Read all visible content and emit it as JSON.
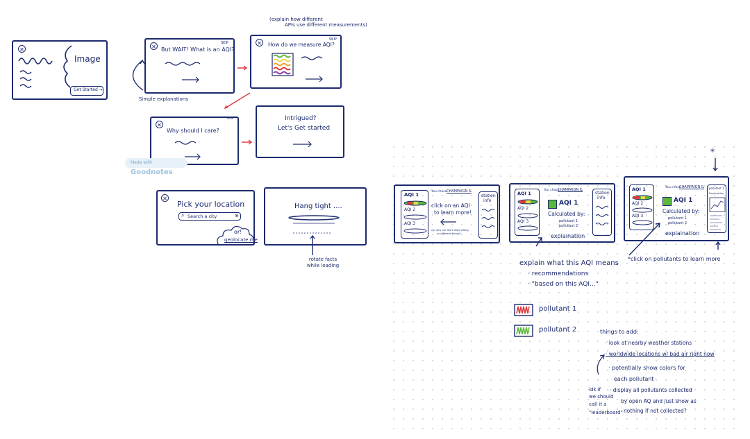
{
  "sketch1": {
    "image_label": "Image",
    "button_label": "Get Started →"
  },
  "sketch2": {
    "title": "But WAIT! What is an AQI?",
    "skip": "SKIP"
  },
  "sketch3": {
    "title": "How do we measure AQI?",
    "skip": "SKIP",
    "annotation_line1": "(explain how different",
    "annotation_line2": "APIs use different measurements)"
  },
  "sketch4": {
    "title": "Why should I care?",
    "skip": "SKIP"
  },
  "sketch5": {
    "title_line1": "Intrigued?",
    "title_line2": "Let's Get started"
  },
  "note_simple": "Simple explanations",
  "badge": {
    "prefix": "Made with",
    "brand": "Goodnotes"
  },
  "sketch6": {
    "title": "Pick your location",
    "search": "Search a city",
    "or": "or!",
    "geolocate": "geolocate me"
  },
  "sketch7": {
    "title": "Hang tight ....",
    "caption": "rotate facts while loading"
  },
  "sketch8": {
    "chose": "You chose",
    "city": "CHAMPAIGN IL",
    "aqi1": "AQI 1",
    "aqi2": "AQI 2",
    "aqi3": "AQI 3",
    "prompt_line1": "click on an AQI",
    "prompt_line2": "to learn more!",
    "question_line1": "Qs: why are there AQIs telling",
    "question_line2": "us different things?",
    "station_line1": "station",
    "station_line2": "info"
  },
  "sketch9": {
    "chose": "You chose",
    "city": "CHAMPAIGN IL",
    "aqi1": "AQI 1",
    "aqi2": "AQI 2",
    "aqi3": "AQI 3",
    "aqi_title": "AQI 1",
    "calc": "Calculated by:",
    "pollutant1": "pollutant 1",
    "pollutant2": "pollutant 2",
    "explanation": "explaination",
    "station_line1": "station",
    "station_line2": "info"
  },
  "sketch10": {
    "chose": "You chose",
    "city": "CHAMPAIGN IL",
    "aqi1": "AQI 1",
    "aqi2": "AQI 2",
    "aqi3": "AQI 3",
    "aqi_title": "AQI 1",
    "calc": "Calculated by:",
    "pollutant1": "pollutant 1",
    "pollutant2": "pollutant 2",
    "explanation": "explaination",
    "panel_title": "pollutant 1",
    "panel_sub": "Explanation"
  },
  "note_aqi_means": {
    "line1": "explain what this AQI means",
    "line2": "· recommendations",
    "line3": "· \"based on this AQI...\""
  },
  "note_click_pollutants": "*click on pollutants to learn more",
  "legend": [
    {
      "label": "pollutant 1",
      "color": "#e0393e"
    },
    {
      "label": "pollutant 2",
      "color": "#5cb83a"
    }
  ],
  "things_to_add": {
    "title": "things to add:",
    "items": [
      "· look at nearby weather stations",
      "· worldwide locations w/ bad air right now",
      "· potentially show colors for",
      "  each pollutant",
      "· display all pollutants collected",
      "  by open AQ and just show as",
      "  nothing if not collected?"
    ],
    "side_note": [
      "idk if",
      "we should",
      "call it a",
      "\"leaderboard\""
    ]
  },
  "colors": {
    "ink": "#1c2a6e",
    "arrow_red": "#e0393e",
    "green": "#5cb83a",
    "orange": "#f0a030",
    "yellow": "#f2d64b"
  }
}
